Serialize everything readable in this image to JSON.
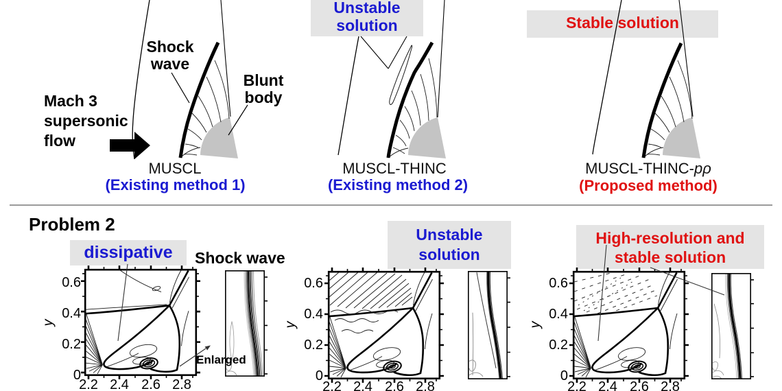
{
  "colors": {
    "annotation_blue": "#1b1bd1",
    "annotation_red": "#e01212",
    "annotation_box_bg": "#e4e4e4",
    "body_gray": "#c4c4c4",
    "divider_gray": "#9a9a9a"
  },
  "top": {
    "flow_label": "Mach 3\nsupersonic\nflow",
    "panel1": {
      "shock_label": "Shock\nwave",
      "body_label": "Blunt\nbody",
      "caption": "MUSCL",
      "subcaption": "(Existing method 1)"
    },
    "panel2": {
      "annotation": "Unstable\nsolution",
      "caption": "MUSCL-THINC",
      "subcaption": "(Existing method 2)"
    },
    "panel3": {
      "annotation": "Stable solution",
      "caption_main": "MUSCL-THINC-",
      "caption_italic": "pρ",
      "subcaption": "(Proposed method)"
    }
  },
  "bottom": {
    "heading": "Problem 2",
    "axis": {
      "y_label": "y",
      "y_ticks": [
        "0.6",
        "0.4",
        "0.2",
        "0"
      ],
      "x_ticks": [
        "2.2",
        "2.4",
        "2.6",
        "2.8"
      ]
    },
    "panel1": {
      "annotation": "dissipative",
      "shock_label": "Shock wave",
      "enlarged_label": "Enlarged"
    },
    "panel2": {
      "annotation": "Unstable\nsolution"
    },
    "panel3": {
      "annotation": "High-resolution and\nstable solution"
    }
  }
}
